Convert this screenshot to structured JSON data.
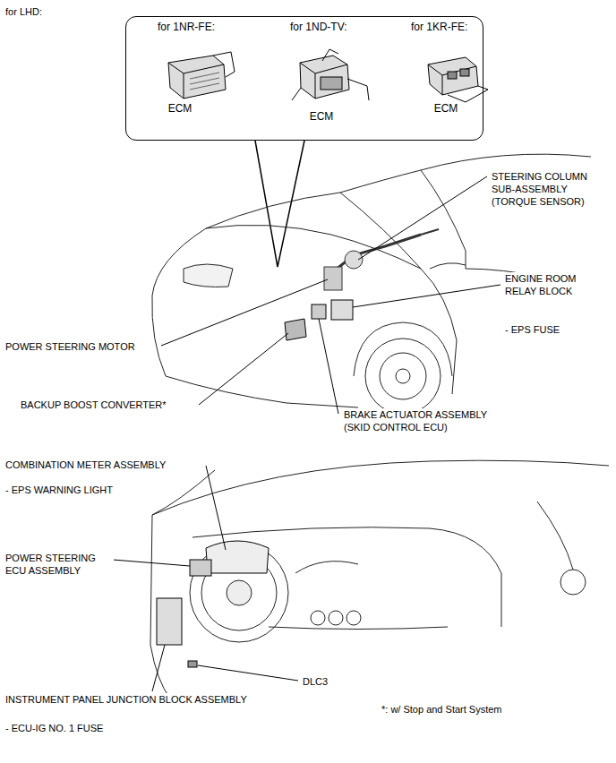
{
  "diagram": {
    "nodes": [
      {
        "text": [
          "for 1NR-FE:",
          "ECM",
          "for 1ND-TV:",
          "ECM",
          "for 1KR-FE:",
          "ECM"
        ]
      }
    ],
    "labels": [
      "for LHD:",
      "STEERING COLUMN SUB-ASSEMBLY (TORQUE SENSOR)",
      "ENGINE ROOM RELAY BLOCK",
      "- EPS FUSE",
      "POWER STEERING MOTOR",
      "BACKUP BOOST CONVERTER*",
      "BRAKE ACTUATOR ASSEMBLY (SKID CONTROL ECU)",
      "COMBINATION METER ASSEMBLY",
      "- EPS WARNING LIGHT",
      "POWER STEERING ECU ASSEMBLY",
      "INSTRUMENT PANEL JUNCTION BLOCK ASSEMBLY",
      "- ECU-IG NO. 1 FUSE",
      "DLC3",
      "*: w/ Stop and Start System"
    ]
  }
}
